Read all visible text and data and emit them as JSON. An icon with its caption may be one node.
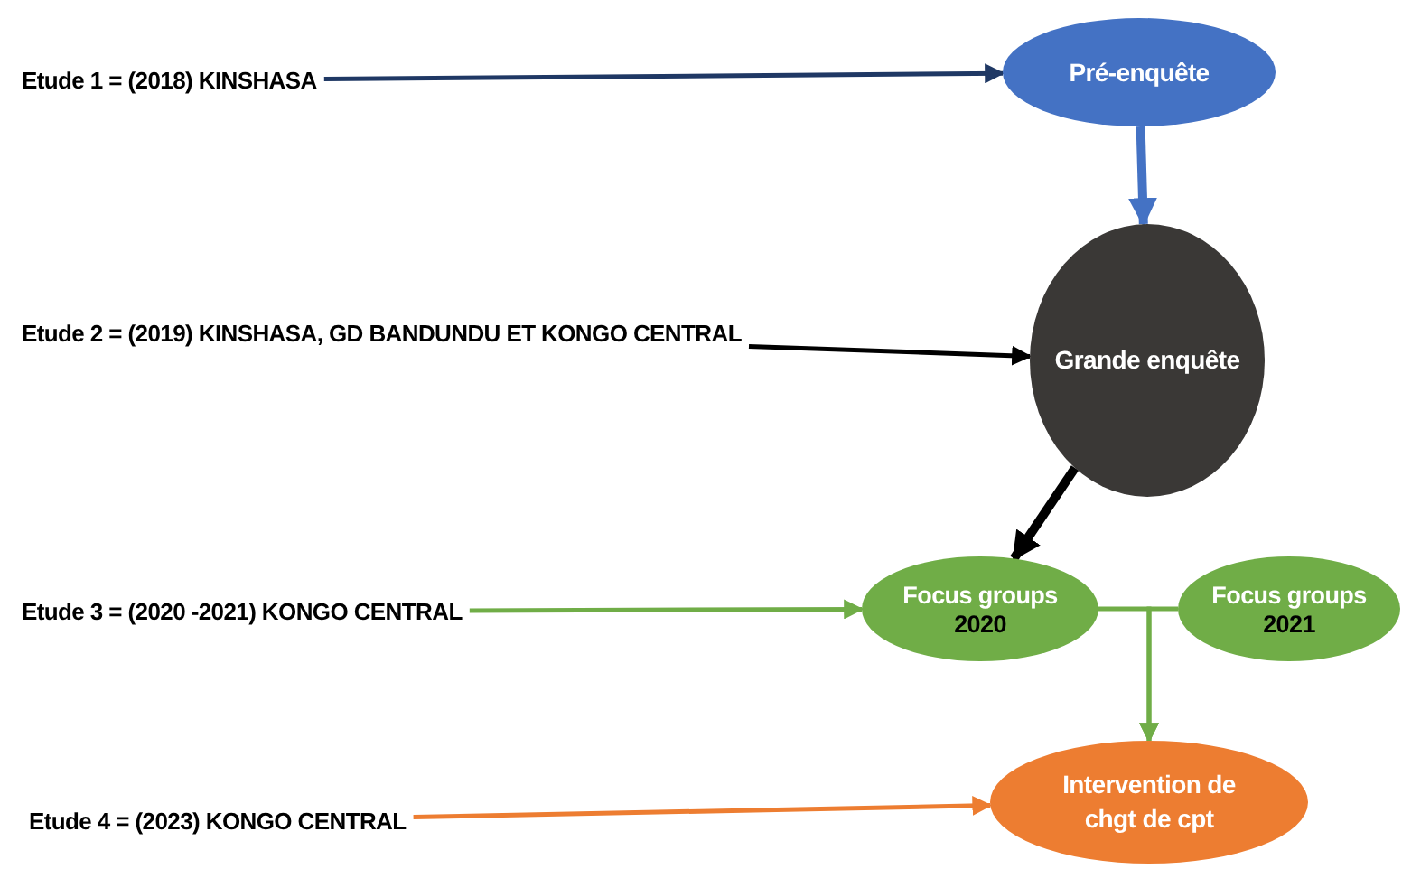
{
  "diagram": {
    "nodes": [
      {
        "text": [
          "Etude 1 = (2018) KINSHASA"
        ]
      },
      {
        "text": [
          "Pré-enquête"
        ]
      },
      {
        "text": [
          "Etude 2 = (2019) KINSHASA, GD BANDUNDU ET KONGO CENTRAL"
        ]
      },
      {
        "text": [
          "Grande enquête"
        ]
      },
      {
        "text": [
          "Etude 3 = (2020 -2021) KONGO CENTRAL"
        ]
      },
      {
        "text": [
          "Focus groups",
          "2020"
        ]
      },
      {
        "text": [
          "Focus groups",
          "2021"
        ]
      },
      {
        "text": [
          "Etude 4 = (2023) KONGO CENTRAL"
        ]
      },
      {
        "text": [
          "Intervention de chgt de cpt"
        ]
      }
    ],
    "edges": [
      {
        "from": 0,
        "to": 1,
        "arrow": "to",
        "color": "#1f3864"
      },
      {
        "from": 1,
        "to": 3,
        "arrow": "to",
        "style": "thick",
        "color": "#4472c4"
      },
      {
        "from": 2,
        "to": 3,
        "arrow": "to",
        "color": "#000000"
      },
      {
        "from": 3,
        "to": 5,
        "arrow": "to",
        "style": "thick",
        "color": "#000000"
      },
      {
        "from": 4,
        "to": 5,
        "arrow": "to"
      },
      {
        "from": 5,
        "to": 8,
        "arrow": "to"
      },
      {
        "from": 6,
        "to": 8,
        "arrow": "to"
      },
      {
        "from": 7,
        "to": 8,
        "arrow": "to",
        "color": "#ed7d31"
      }
    ]
  }
}
